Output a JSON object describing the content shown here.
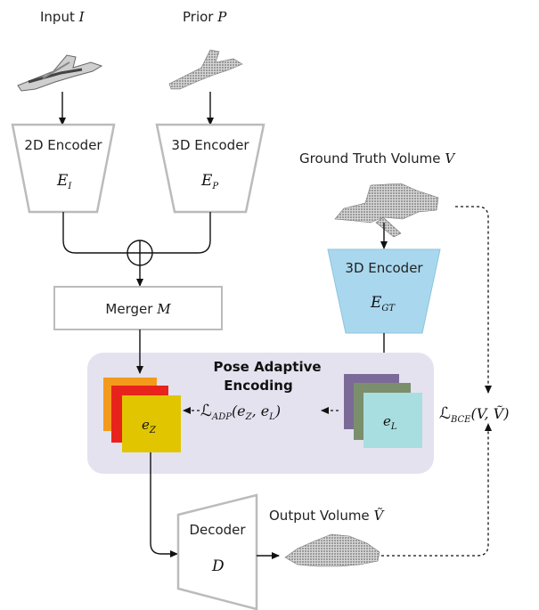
{
  "inputs": {
    "input_label": "Input",
    "input_symbol": "I",
    "prior_label": "Prior",
    "prior_symbol": "P"
  },
  "encoders": {
    "enc2d_title": "2D Encoder",
    "enc2d_symbol": "E",
    "enc2d_sub": "I",
    "enc3d_title": "3D Encoder",
    "enc3d_symbol": "E",
    "enc3d_sub": "P",
    "encgt_title": "3D Encoder",
    "encgt_symbol": "E",
    "encgt_sub": "GT"
  },
  "ground_truth": {
    "label": "Ground Truth Volume",
    "symbol": "V"
  },
  "merger": {
    "label": "Merger",
    "symbol": "M"
  },
  "pose": {
    "title_line1": "Pose Adaptive",
    "title_line2": "Encoding",
    "loss_symbol": "ℒ",
    "loss_sub": "ADP",
    "loss_args": "(e",
    "loss_arg1_sub": "Z",
    "loss_comma": ", e",
    "loss_arg2_sub": "L",
    "loss_close": ")",
    "ez_symbol": "e",
    "ez_sub": "Z",
    "el_symbol": "e",
    "el_sub": "L"
  },
  "bce": {
    "loss_symbol": "ℒ",
    "loss_sub": "BCE",
    "loss_args": "(V, Ṽ)"
  },
  "decoder": {
    "title": "Decoder",
    "symbol": "D"
  },
  "output": {
    "label": "Output Volume",
    "symbol": "Ṽ"
  },
  "colors": {
    "encoder_fill": "#ffffff",
    "encoder_stroke": "#bbbbbb",
    "gt_encoder_fill": "#a9d8ee",
    "pose_panel": "#e4e2ef",
    "ez_orange": "#f39a1c",
    "ez_red": "#e8231c",
    "ez_yellow": "#e1c500",
    "el_purple": "#7b6a97",
    "el_green": "#7b8f6c",
    "el_cyan": "#a8dedf"
  }
}
